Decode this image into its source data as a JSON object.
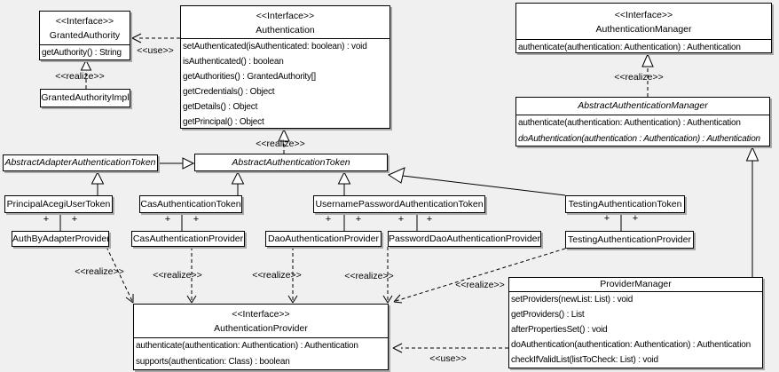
{
  "diagram": {
    "background_color": "#f0f0f0",
    "node_fill_color": "#ffffff",
    "line_color": "#000000",
    "shadow_color": "#a8a8a8"
  },
  "labels": {
    "use": "<<use>>",
    "realize": "<<realize>>",
    "plus": "+"
  },
  "classes": {
    "granted_authority": {
      "stereotype": "<<Interface>>",
      "name": "GrantedAuthority",
      "methods": [
        "getAuthority() : String"
      ]
    },
    "granted_authority_impl": {
      "name": "GrantedAuthorityImpl"
    },
    "authentication": {
      "stereotype": "<<Interface>>",
      "name": "Authentication",
      "methods": [
        "setAuthenticated(isAuthenticated: boolean) : void",
        "isAuthenticated() : boolean",
        "getAuthorities() : GrantedAuthority[]",
        "getCredentials() : Object",
        "getDetails() : Object",
        "getPrincipal() : Object"
      ]
    },
    "authentication_manager": {
      "stereotype": "<<Interface>>",
      "name": "AuthenticationManager",
      "methods": [
        "authenticate(authentication: Authentication) : Authentication"
      ]
    },
    "abstract_authentication_manager": {
      "name": "AbstractAuthenticationManager",
      "methods": [
        "authenticate(authentication: Authentication) : Authentication",
        "doAuthentication(authentication : Authentication) : Authentication"
      ]
    },
    "abstract_adapter_authentication_token": {
      "name": "AbstractAdapterAuthenticationToken"
    },
    "abstract_authentication_token": {
      "name": "AbstractAuthenticationToken"
    },
    "principal_acegi_user_token": {
      "name": "PrincipalAcegiUserToken"
    },
    "cas_authentication_token": {
      "name": "CasAuthenticationToken"
    },
    "username_password_authentication_token": {
      "name": "UsernamePasswordAuthenticationToken"
    },
    "testing_authentication_token": {
      "name": "TestingAuthenticationToken"
    },
    "auth_by_adapter_provider": {
      "name": "AuthByAdapterProvider"
    },
    "cas_authentication_provider": {
      "name": "CasAuthenticationProvider"
    },
    "dao_authentication_provider": {
      "name": "DaoAuthenticationProvider"
    },
    "password_dao_authentication_provider": {
      "name": "PasswordDaoAuthenticationProvider"
    },
    "testing_authentication_provider": {
      "name": "TestingAuthenticationProvider"
    },
    "authentication_provider": {
      "stereotype": "<<Interface>>",
      "name": "AuthenticationProvider",
      "methods": [
        "authenticate(authentication: Authentication) : Authentication",
        "supports(authentication: Class) : boolean"
      ]
    },
    "provider_manager": {
      "name": "ProviderManager",
      "methods": [
        "setProviders(newList: List) : void",
        "getProviders() : List",
        "afterPropertiesSet() : void",
        "doAuthentication(authentication: Authentication) : Authentication",
        "checkIfValidList(listToCheck: List) : void"
      ]
    }
  }
}
